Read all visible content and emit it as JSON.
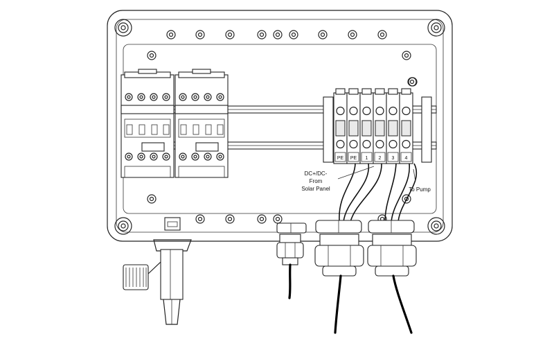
{
  "annotations": {
    "dc_line1": "DC+/DC-",
    "dc_line2": "From",
    "dc_line3": "Solar Panel",
    "to_pump": "To Pump"
  },
  "terminals": [
    "PE",
    "PE",
    "1",
    "2",
    "3",
    "4"
  ]
}
